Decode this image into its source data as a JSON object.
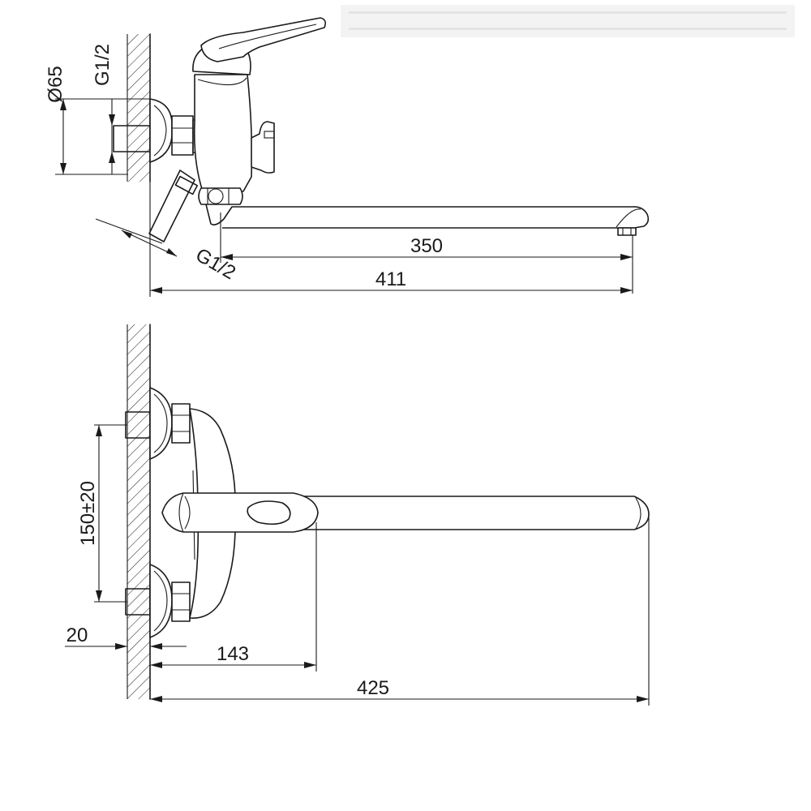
{
  "side_view": {
    "dim_diameter": "Ø65",
    "dim_thread_top": "G1/2",
    "dim_thread_hose": "G1/2",
    "dim_spout": "350",
    "dim_total": "411"
  },
  "top_view": {
    "dim_spacing": "150±20",
    "dim_wall": "20",
    "dim_lever": "143",
    "dim_total": "425"
  },
  "colors": {
    "line": "#1a1a1a",
    "background": "#ffffff"
  }
}
